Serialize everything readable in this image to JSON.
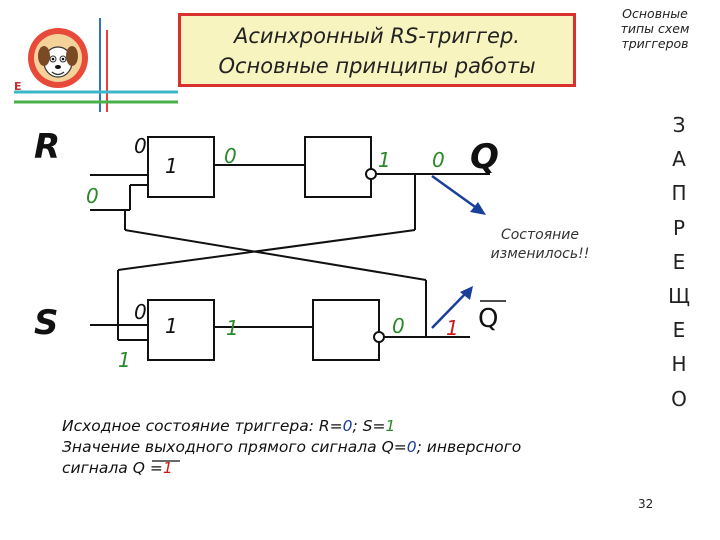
{
  "title": {
    "line1": "Асинхронный RS-триггер.",
    "line2": "Основные принципы работы"
  },
  "corner_note": [
    "Основные",
    "типы схем",
    "триггеров"
  ],
  "side_word_letters": [
    "З",
    "А",
    "П",
    "Р",
    "Е",
    "Щ",
    "Е",
    "Н",
    "О"
  ],
  "signals": {
    "r": "R",
    "s": "S",
    "q": "Q",
    "qbar": "Q"
  },
  "values": {
    "r_input": "0",
    "top_gate_in_lower": "0",
    "top_gate_in_upper": "1",
    "top_between": "0",
    "top_gate2_out": "1",
    "q_out": "0",
    "s_input": "0",
    "bottom_gate_in_lower": "1",
    "bottom_gate_in_upper": "1",
    "bottom_between": "1",
    "bottom_gate2_out": "0",
    "qbar_out": "1"
  },
  "state_note": [
    "Состояние",
    "изменилось!!"
  ],
  "bottom_text": {
    "line1_prefix": "Исходное состояние триггера: R=",
    "line1_r": "0",
    "line1_mid": "; S=",
    "line1_s": "1",
    "line2_prefix": "Значение выходного прямого сигнала Q=",
    "line2_q": "0",
    "line2_suffix": "; инверсного",
    "line3_prefix": "сигнала Q =",
    "line3_val": "1"
  },
  "page_number": "32",
  "logo_letter": "E"
}
